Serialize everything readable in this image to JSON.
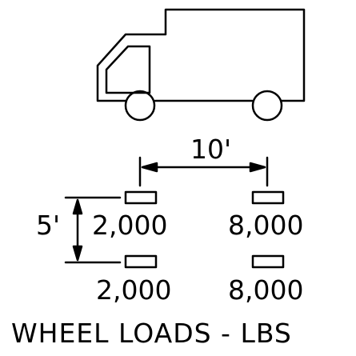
{
  "diagram": {
    "wheelbase_label": "10'",
    "track_width_label": "5'",
    "wheel_loads": [
      {
        "position": "front-left",
        "value": "2,000"
      },
      {
        "position": "rear-left",
        "value": "8,000"
      },
      {
        "position": "front-right",
        "value": "2,000"
      },
      {
        "position": "rear-right",
        "value": "8,000"
      }
    ],
    "caption": "WHEEL LOADS - LBS"
  },
  "colors": {
    "line": "#000000",
    "background": "#ffffff"
  },
  "icons": [
    "truck-icon",
    "wheel-icon",
    "tire-icon",
    "dimension-arrow-icon"
  ]
}
